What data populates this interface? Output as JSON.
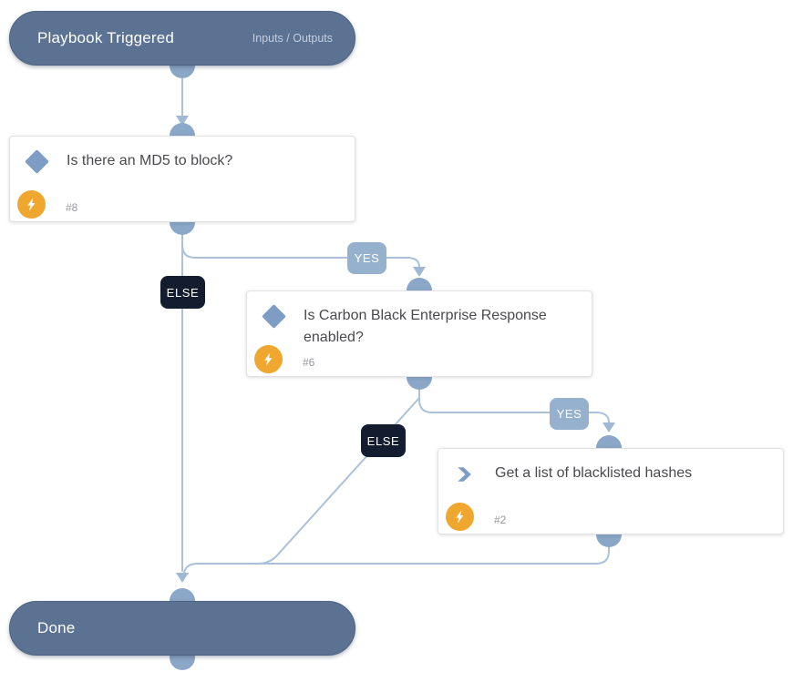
{
  "flow": {
    "start": {
      "title": "Playbook Triggered",
      "io_label": "Inputs / Outputs"
    },
    "decisions": [
      {
        "label": "Is there an MD5 to block?",
        "ref": "#8"
      },
      {
        "label": "Is Carbon Black Enterprise Response enabled?",
        "ref": "#6"
      }
    ],
    "actions": [
      {
        "label": "Get a list of blacklisted hashes",
        "ref": "#2"
      }
    ],
    "end": {
      "title": "Done"
    },
    "branch_labels": {
      "yes": "YES",
      "else": "ELSE"
    }
  },
  "colors": {
    "node_pill": "#5b7293",
    "port": "#8ba7c7",
    "connector_line": "#abc1da",
    "arrowhead": "#9fb8d3",
    "badge_yes": "#96b1ce",
    "badge_else": "#141c2f",
    "icon_blue": "#7e9cc4",
    "icon_orange": "#f0a730",
    "card_text": "#4a4a4e",
    "ref_text": "#9a9aa0"
  }
}
